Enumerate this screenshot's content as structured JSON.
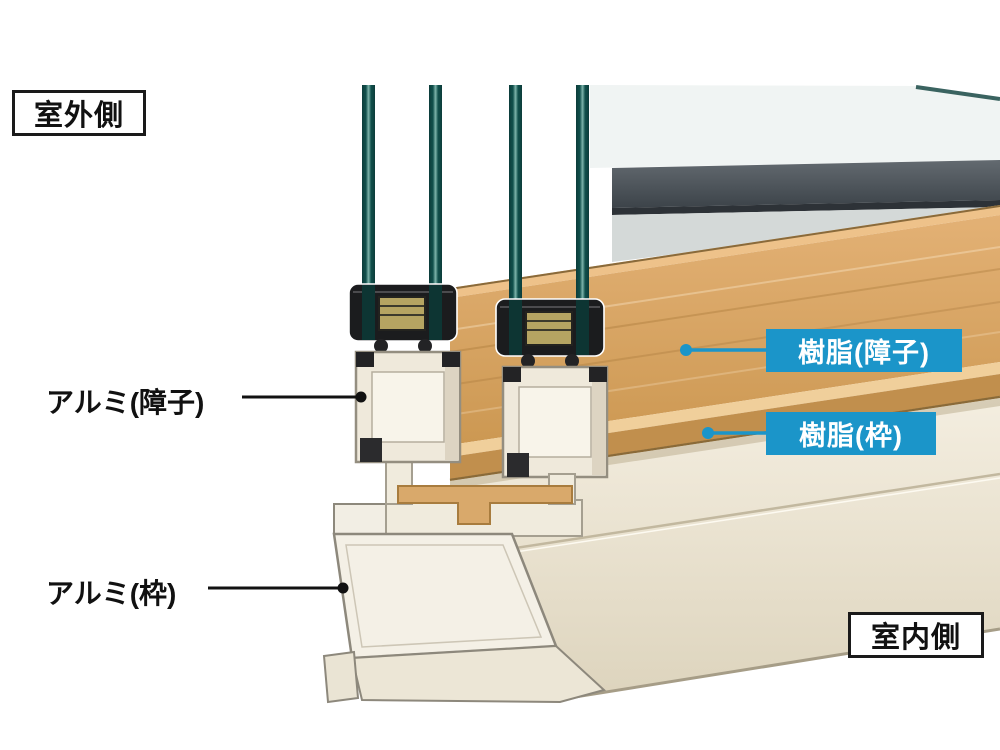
{
  "labels": {
    "outdoor_side": "室外側",
    "indoor_side": "室内側",
    "aluminum_sash": "アルミ(障子)",
    "aluminum_frame": "アルミ(枠)",
    "resin_sash": "樹脂(障子)",
    "resin_frame": "樹脂(枠)"
  },
  "colors": {
    "label_blue": "#1b95c9",
    "resin_tan": "#d9a96b",
    "aluminum_cream": "#efe9db",
    "glass_teal": "#11504c",
    "gasket_black": "#1b1c1e",
    "outline_black": "#111111"
  }
}
